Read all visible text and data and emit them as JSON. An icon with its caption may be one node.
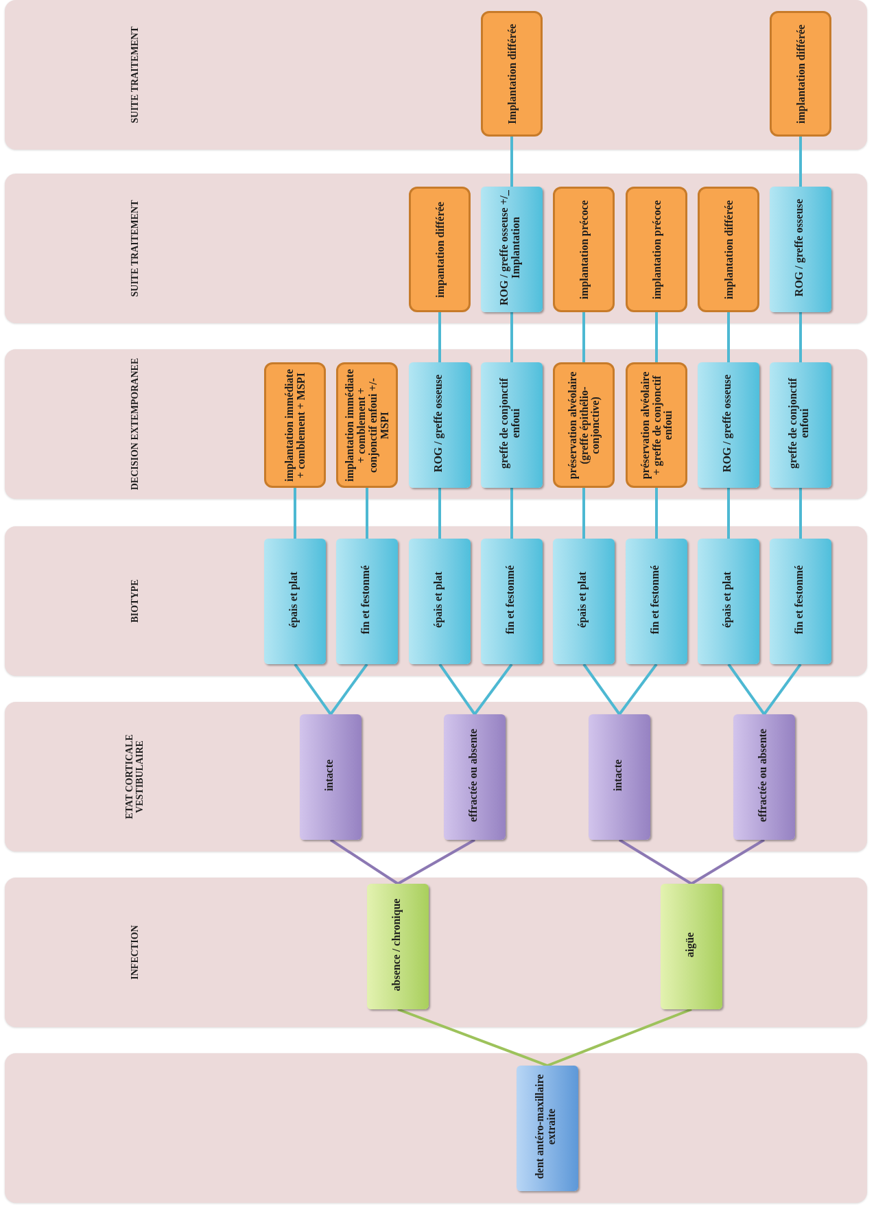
{
  "diagram": {
    "nodes": [
      {
        "text": [
          "SUITE TRAITEMENT"
        ]
      },
      {
        "text": [
          "Implantation différée"
        ],
        "in": 0
      },
      {
        "text": [
          "implantation différée"
        ],
        "in": 0
      },
      {
        "text": [
          "SUITE TRAITEMENT"
        ]
      },
      {
        "text": [
          "impantation différée"
        ],
        "in": 3
      },
      {
        "text": [
          "ROG / greffe osseuse +/_ Implantation"
        ],
        "in": 3
      },
      {
        "text": [
          "implantation précoce"
        ],
        "in": 3
      },
      {
        "text": [
          "implantation précoce"
        ],
        "in": 3
      },
      {
        "text": [
          "implantation différée"
        ],
        "in": 3
      },
      {
        "text": [
          "ROG / greffe osseuse"
        ],
        "in": 3
      },
      {
        "text": [
          "DECISION EXTEMPORANEE"
        ]
      },
      {
        "text": [
          "implantation immédiate + comblement + MSPI"
        ],
        "in": 10
      },
      {
        "text": [
          "implantation immédiate + comblement + conjonctif enfoui +/- MSPI"
        ],
        "in": 10
      },
      {
        "text": [
          "ROG / greffe osseuse"
        ],
        "in": 10
      },
      {
        "text": [
          "greffe de conjonctif enfoui"
        ],
        "in": 10
      },
      {
        "text": [
          "préservation alvéolaire (greffe épithélio-conjonctive)"
        ],
        "in": 10
      },
      {
        "text": [
          "préservation alvéolaire + greffe de conjonctif enfoui"
        ],
        "in": 10
      },
      {
        "text": [
          "ROG / greffe osseuse"
        ],
        "in": 10
      },
      {
        "text": [
          "greffe de conjonctif enfoui"
        ],
        "in": 10
      },
      {
        "text": [
          "BIOTYPE"
        ]
      },
      {
        "text": [
          "épais et plat"
        ],
        "in": 19
      },
      {
        "text": [
          "fin et festonmé"
        ],
        "in": 19
      },
      {
        "text": [
          "épais et plat"
        ],
        "in": 19
      },
      {
        "text": [
          "fin et festonmé"
        ],
        "in": 19
      },
      {
        "text": [
          "épais et plat"
        ],
        "in": 19
      },
      {
        "text": [
          "fin et festonmé"
        ],
        "in": 19
      },
      {
        "text": [
          "épais et plat"
        ],
        "in": 19
      },
      {
        "text": [
          "fin et festonmé"
        ],
        "in": 19
      },
      {
        "text": [
          "ETAT CORTICALE VESTIBULAIRE"
        ]
      },
      {
        "text": [
          "intacte"
        ],
        "in": 28
      },
      {
        "text": [
          "effractée ou absente"
        ],
        "in": 28
      },
      {
        "text": [
          "intacte"
        ],
        "in": 28
      },
      {
        "text": [
          "effractée ou absente"
        ],
        "in": 28
      },
      {
        "text": [
          "INFECTION"
        ]
      },
      {
        "text": [
          "absence / chronique"
        ],
        "in": 33
      },
      {
        "text": [
          "aigüe"
        ],
        "in": 33
      },
      {
        "text": [],
        "shape": "box"
      },
      {
        "text": [
          "dent antéro-maxillaire extraite"
        ],
        "in": 36
      }
    ],
    "edges": [
      {
        "from": 37,
        "to": 34,
        "arrow": "none",
        "color": "#9dc25b"
      },
      {
        "from": 37,
        "to": 35,
        "arrow": "none",
        "color": "#9dc25b"
      },
      {
        "from": 34,
        "to": 29,
        "arrow": "none",
        "color": "#8c78b3"
      },
      {
        "from": 34,
        "to": 30,
        "arrow": "none",
        "color": "#8c78b3"
      },
      {
        "from": 35,
        "to": 31,
        "arrow": "none",
        "color": "#8c78b3"
      },
      {
        "from": 35,
        "to": 32,
        "arrow": "none",
        "color": "#8c78b3"
      },
      {
        "from": 29,
        "to": 20,
        "arrow": "none"
      },
      {
        "from": 29,
        "to": 21,
        "arrow": "none"
      },
      {
        "from": 30,
        "to": 22,
        "arrow": "none"
      },
      {
        "from": 30,
        "to": 23,
        "arrow": "none"
      },
      {
        "from": 31,
        "to": 24,
        "arrow": "none"
      },
      {
        "from": 31,
        "to": 25,
        "arrow": "none"
      },
      {
        "from": 32,
        "to": 26,
        "arrow": "none"
      },
      {
        "from": 32,
        "to": 27,
        "arrow": "none"
      },
      {
        "from": 20,
        "to": 11,
        "arrow": "none"
      },
      {
        "from": 21,
        "to": 12,
        "arrow": "none"
      },
      {
        "from": 22,
        "to": 13,
        "arrow": "none"
      },
      {
        "from": 23,
        "to": 14,
        "arrow": "none"
      },
      {
        "from": 24,
        "to": 15,
        "arrow": "none"
      },
      {
        "from": 25,
        "to": 16,
        "arrow": "none"
      },
      {
        "from": 26,
        "to": 17,
        "arrow": "none"
      },
      {
        "from": 27,
        "to": 18,
        "arrow": "none"
      },
      {
        "from": 13,
        "to": 4,
        "arrow": "none"
      },
      {
        "from": 14,
        "to": 5,
        "arrow": "none"
      },
      {
        "from": 15,
        "to": 6,
        "arrow": "none"
      },
      {
        "from": 16,
        "to": 7,
        "arrow": "none"
      },
      {
        "from": 17,
        "to": 8,
        "arrow": "none"
      },
      {
        "from": 18,
        "to": 9,
        "arrow": "none"
      },
      {
        "from": 5,
        "to": 1,
        "arrow": "none"
      },
      {
        "from": 9,
        "to": 2,
        "arrow": "none"
      }
    ]
  }
}
